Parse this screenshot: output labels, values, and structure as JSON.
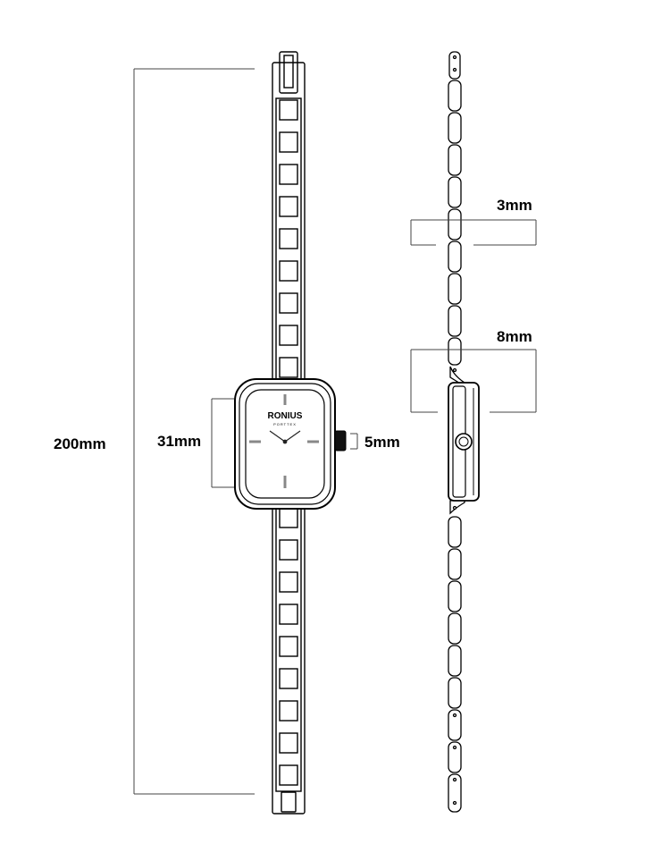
{
  "brand": {
    "name": "RONIUS",
    "subtitle": "PORTTEX"
  },
  "dimensions": {
    "length": "200mm",
    "case_height": "31mm",
    "crown": "5mm",
    "band_thickness": "3mm",
    "case_thickness": "8mm"
  },
  "colors": {
    "line": "#000000",
    "dimension_line": "#444444",
    "background": "#ffffff",
    "hour_marker": "#888888"
  }
}
